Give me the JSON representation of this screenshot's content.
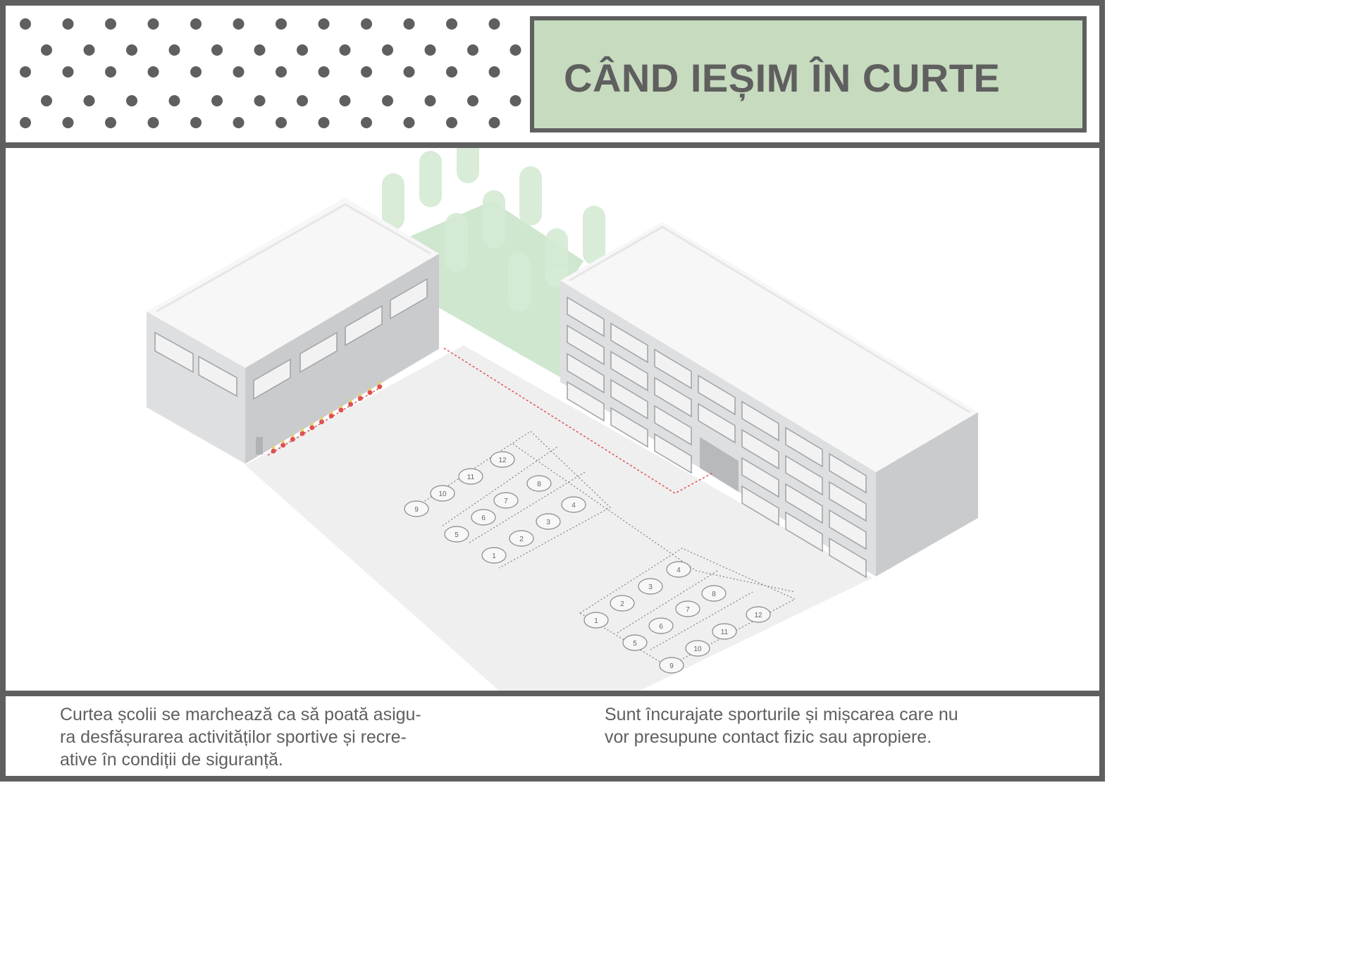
{
  "header": {
    "title": "CÂND IEȘIM ÎN CURTE"
  },
  "illustration": {
    "group_a_numbers": [
      "12",
      "11",
      "10",
      "9",
      "8",
      "7",
      "6",
      "5",
      "4",
      "3",
      "2",
      "1"
    ],
    "group_b_numbers": [
      "4",
      "3",
      "2",
      "1",
      "8",
      "7",
      "6",
      "5",
      "12",
      "11",
      "10",
      "9"
    ]
  },
  "captions": {
    "left": "Curtea școlii se marchează ca să poată asigu-\nra desfășurarea activităților sportive și recre-\native în condiții de siguranță.",
    "right": "Sunt încurajate sporturile și mișcarea care nu\nvor presupune contact fizic sau apropiere."
  },
  "colors": {
    "frame": "#5f5f5f",
    "title_bg": "#c7dbbf",
    "greenery": "#cfe6cf",
    "building_top": "#f7f7f7",
    "building_side": "#c9cbcd",
    "building_front": "#dedfe0",
    "yard": "#efefef",
    "marking_red": "#e05050"
  }
}
